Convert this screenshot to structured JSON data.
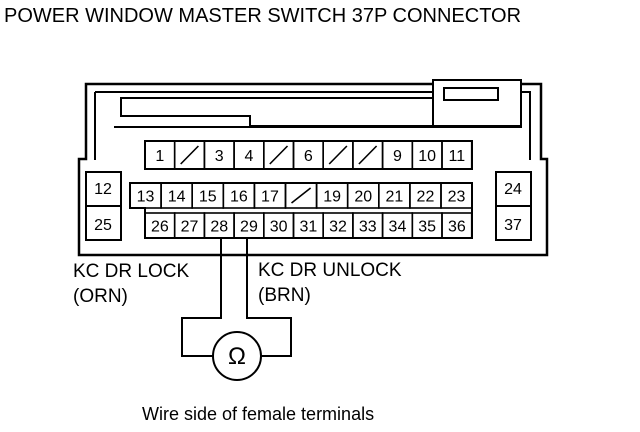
{
  "title": "POWER WINDOW MASTER SWITCH 37P CONNECTOR",
  "caption": "Wire side of female terminals",
  "meter_symbol": "Ω",
  "probe_left": {
    "line1": "KC DR LOCK",
    "line2": "(ORN)"
  },
  "probe_right": {
    "line1": "KC DR UNLOCK",
    "line2": "(BRN)"
  },
  "connector": {
    "row_top": [
      "1",
      "",
      "3",
      "4",
      "",
      "6",
      "",
      "",
      "9",
      "10",
      "11"
    ],
    "row_mid": [
      "13",
      "14",
      "15",
      "16",
      "17",
      "",
      "19",
      "20",
      "21",
      "22",
      "23"
    ],
    "row_bot": [
      "26",
      "27",
      "28",
      "29",
      "30",
      "31",
      "32",
      "33",
      "34",
      "35",
      "36"
    ],
    "left_cells": [
      "12",
      "25"
    ],
    "right_cells": [
      "24",
      "37"
    ]
  }
}
